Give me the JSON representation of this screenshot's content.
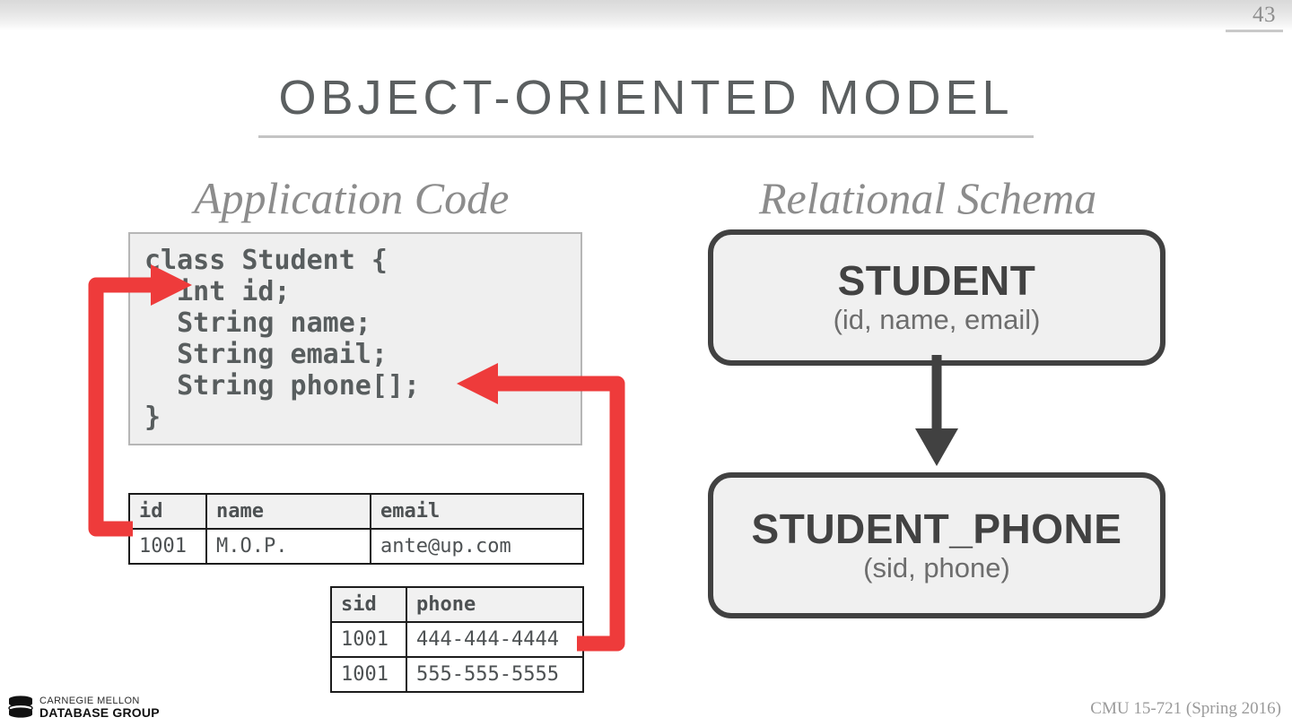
{
  "slide": {
    "page_number": "43",
    "title": "OBJECT-ORIENTED MODEL"
  },
  "sections": {
    "application_code_heading": "Application Code",
    "relational_schema_heading": "Relational Schema"
  },
  "code_block": {
    "language": "java",
    "text": "class Student {\n  int id;\n  String name;\n  String email;\n  String phone[];\n}"
  },
  "tables": [
    {
      "name": "student-tuple-table",
      "columns": [
        "id",
        "name",
        "email"
      ],
      "rows": [
        [
          "1001",
          "M.O.P.",
          "ante@up.com"
        ]
      ]
    },
    {
      "name": "student-phone-tuple-table",
      "columns": [
        "sid",
        "phone"
      ],
      "rows": [
        [
          "1001",
          "444-444-4444"
        ],
        [
          "1001",
          "555-555-5555"
        ]
      ]
    }
  ],
  "relations": [
    {
      "name": "STUDENT",
      "attributes": "(id, name, email)"
    },
    {
      "name": "STUDENT_PHONE",
      "attributes": "(sid, phone)"
    }
  ],
  "footer": {
    "logo_line1": "CARNEGIE MELLON",
    "logo_line2": "DATABASE GROUP",
    "course": "CMU 15-721 (Spring 2016)"
  },
  "colors": {
    "accent_red": "#ee3b3b",
    "arrow_dark": "#414141",
    "title_gray": "#5b5f60",
    "heading_gray": "#8c8c8c",
    "code_bg": "#efefef"
  }
}
